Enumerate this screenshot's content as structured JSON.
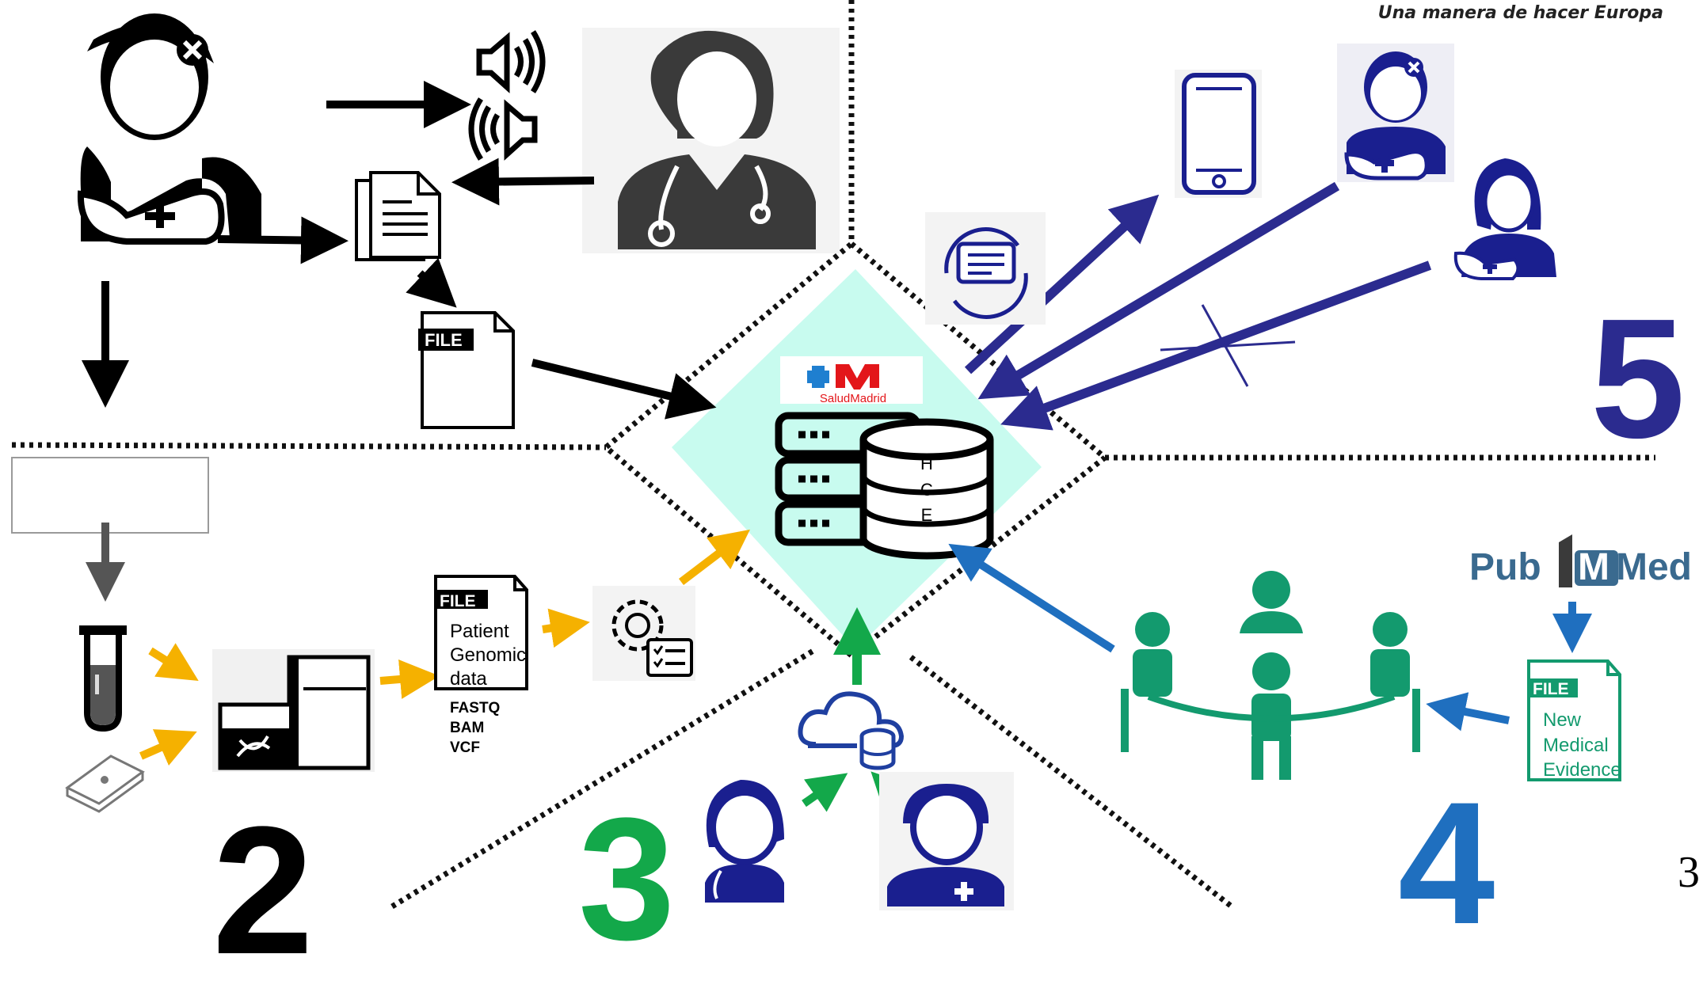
{
  "header": {
    "tagline": "Una manera de hacer Europa"
  },
  "sections": {
    "s2": "2",
    "s3": "3",
    "s4": "4",
    "s5": "5",
    "page_fragment": "3"
  },
  "center": {
    "logo_text": "SaludMadrid",
    "hce_letters": [
      "H",
      "C",
      "E"
    ]
  },
  "file_docs": {
    "generic_label": "FILE",
    "genomic": {
      "badge": "FILE",
      "lines": [
        "Patient",
        "Genomic",
        "data"
      ],
      "formats": [
        "FASTQ",
        "BAM",
        "VCF"
      ]
    },
    "evidence": {
      "badge": "FILE",
      "lines": [
        "New",
        "Medical",
        "Evidence"
      ]
    }
  },
  "pubmed": {
    "part1": "Pub",
    "part2": "Med"
  },
  "colors": {
    "black": "#000000",
    "navy": "#2b2b8f",
    "orange": "#f5b100",
    "green": "#13a84a",
    "teal_green": "#139a6e",
    "blue": "#1f6fbf",
    "mint": "#c8fbef",
    "pubmed_blue": "#3a6a8f"
  },
  "icons": [
    "speaker-icon",
    "patient-icon",
    "doctor-icon",
    "document-icon",
    "server-database-icon",
    "phone-icon",
    "chat-sync-icon",
    "cloud-database-icon",
    "gear-checklist-icon",
    "test-tube-icon",
    "sequencer-icon",
    "meeting-table-icon"
  ]
}
